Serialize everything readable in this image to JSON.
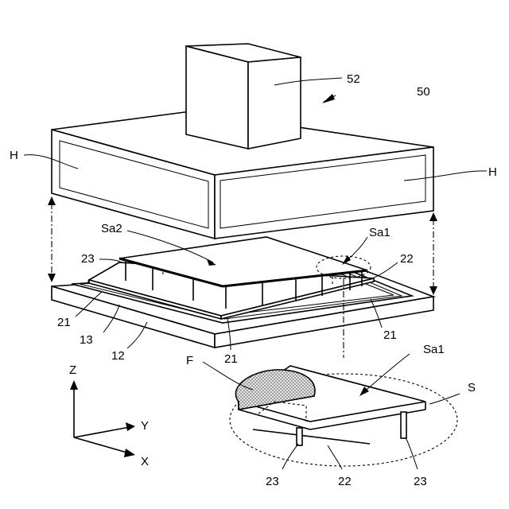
{
  "labels": {
    "l52": "52",
    "l50": "50",
    "h_left": "H",
    "h_right": "H",
    "sa2": "Sa2",
    "sa1_top": "Sa1",
    "n23_top": "23",
    "n22_top": "22",
    "n21_left": "21",
    "n13": "13",
    "n12": "12",
    "n21_bottom": "21",
    "n21_right": "21",
    "sa1_detail": "Sa1",
    "f": "F",
    "s": "S",
    "z": "Z",
    "y": "Y",
    "x": "X",
    "n23_detail_left": "23",
    "n22_detail": "22",
    "n23_detail_right": "23"
  }
}
